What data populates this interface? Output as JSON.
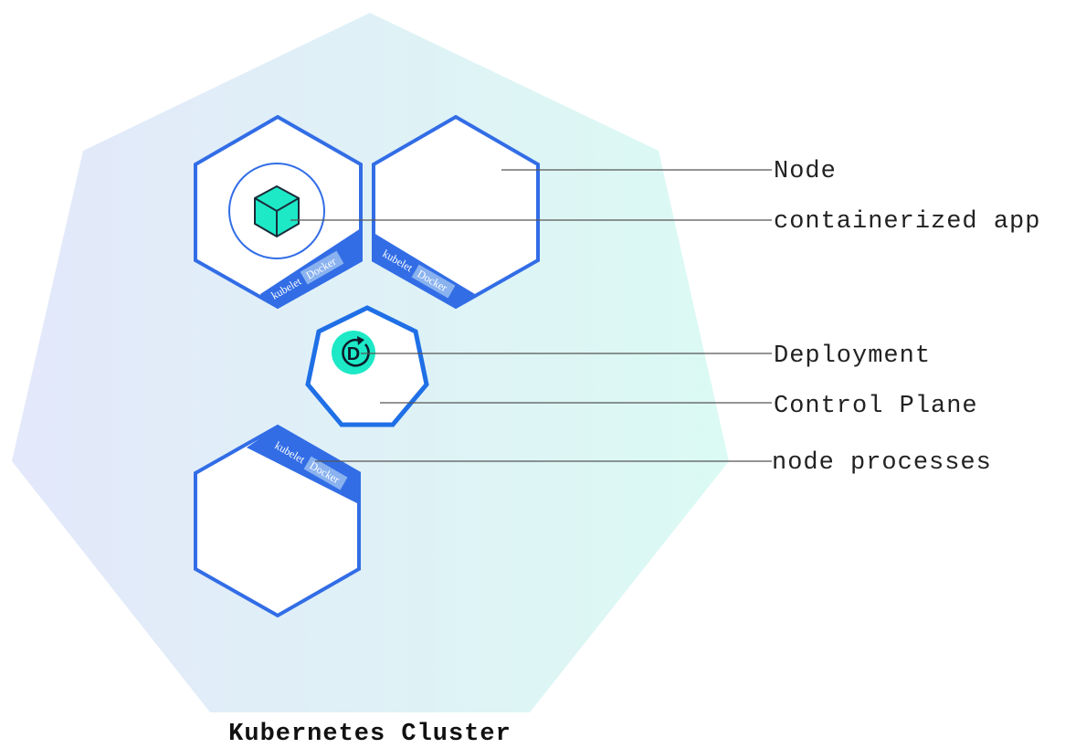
{
  "diagram": {
    "cluster_label": "Kubernetes Cluster",
    "callouts": {
      "node": "Node",
      "containerized_app": "containerized app",
      "deployment": "Deployment",
      "control_plane": "Control Plane",
      "node_processes": "node processes"
    },
    "node_band": {
      "kubelet": "kubelet",
      "docker": "Docker"
    },
    "deployment_icon_letter": "D",
    "colors": {
      "cluster_gradient_left": "#e2e9f9",
      "cluster_gradient_right": "#dbf9f2",
      "node_stroke": "#326de6",
      "control_plane_stroke": "#1f6fe6",
      "container_fill": "#1de9c6",
      "deployment_fill": "#1de9c6",
      "callout_line": "#555555"
    }
  }
}
